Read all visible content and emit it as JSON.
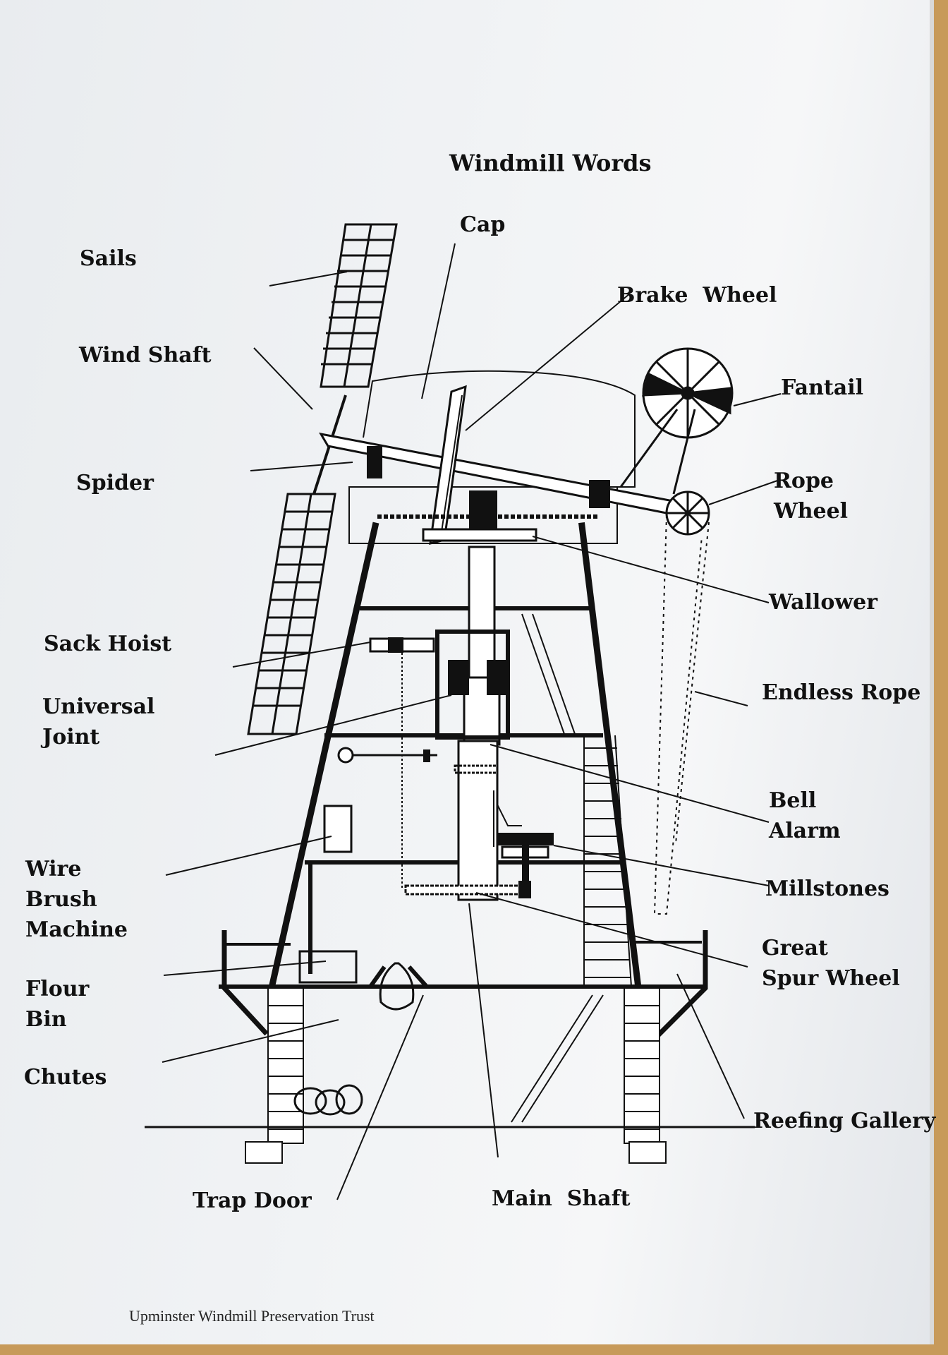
{
  "title": "Windmill Words",
  "footer": "Upminster Windmill Preservation Trust",
  "labels": {
    "cap": "Cap",
    "sails": "Sails",
    "brake_wheel": "Brake  Wheel",
    "wind_shaft": "Wind Shaft",
    "fantail": "Fantail",
    "spider": "Spider",
    "rope_wheel": "Rope\nWheel",
    "wallower": "Wallower",
    "sack_hoist": "Sack Hoist",
    "universal_joint": "Universal\nJoint",
    "endless_rope": "Endless Rope",
    "bell_alarm": "Bell\nAlarm",
    "wire_brush_machine": "Wire\nBrush\nMachine",
    "millstones": "Millstones",
    "flour_bin": "Flour\nBin",
    "great_spur_wheel": "Great\nSpur Wheel",
    "chutes": "Chutes",
    "reefing_gallery": "Reefing Gallery",
    "trap_door": "Trap Door",
    "main_shaft": "Main  Shaft"
  }
}
